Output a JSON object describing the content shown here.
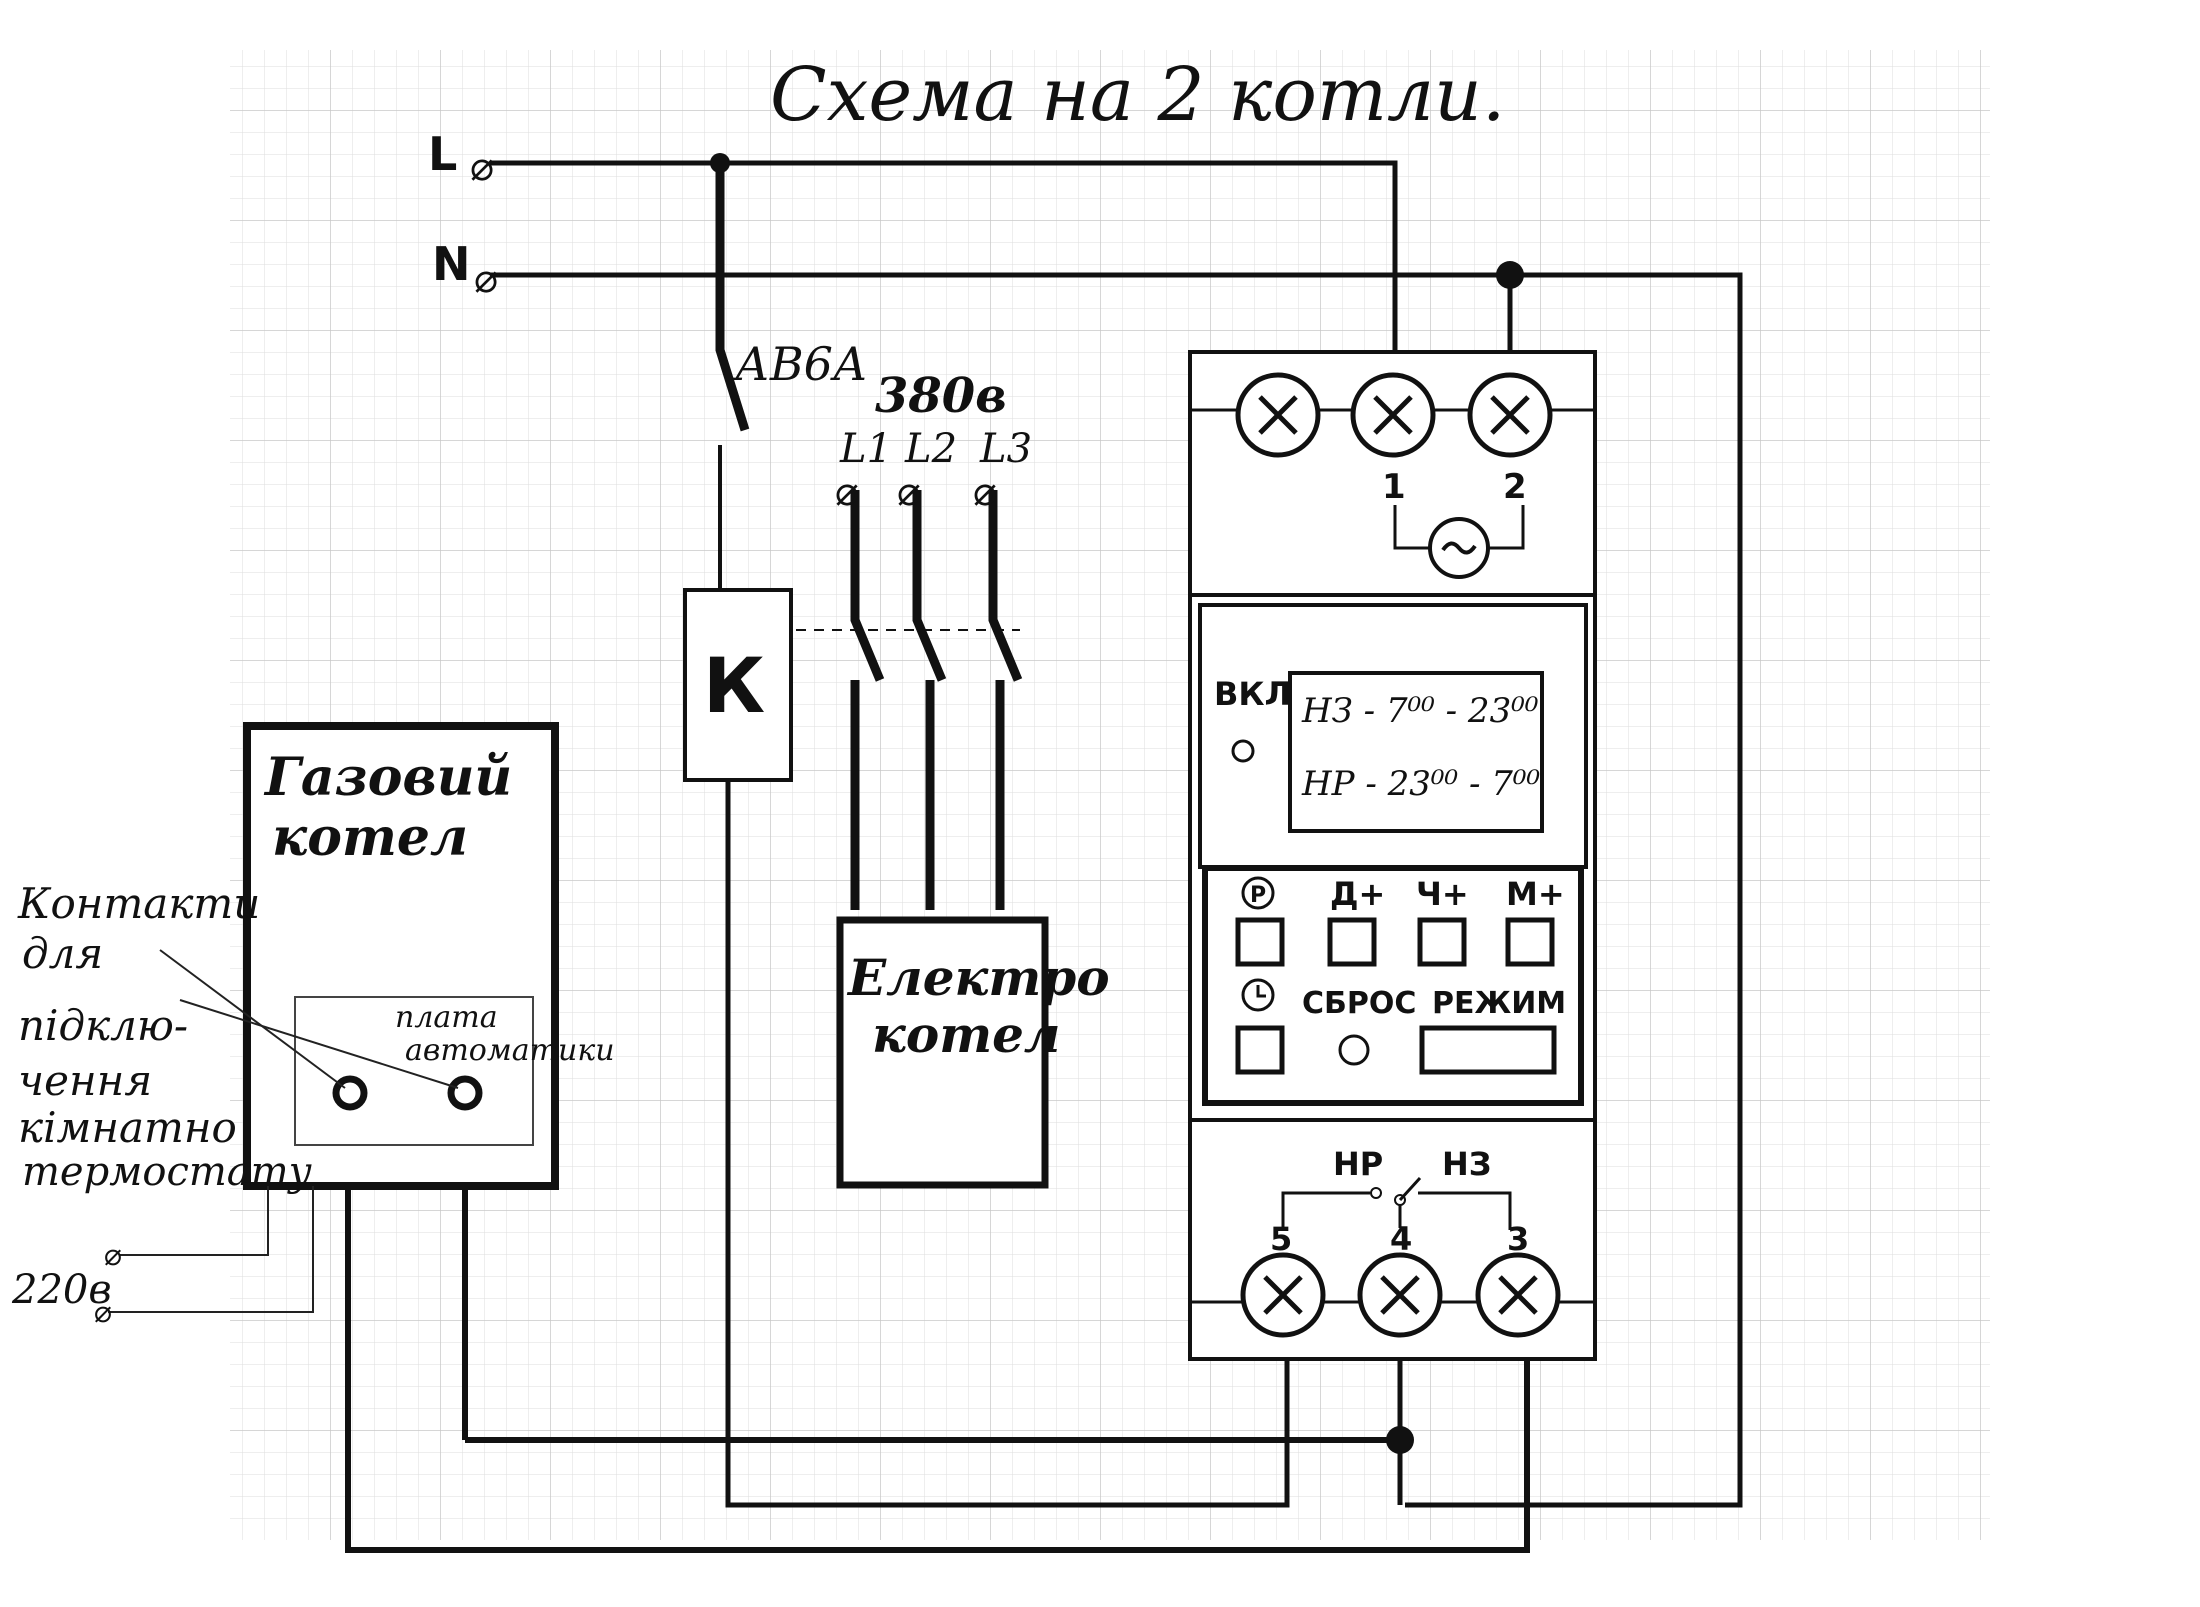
{
  "title": "Схема на 2 котли.",
  "supply": {
    "line_label": "L",
    "neutral_label": "N"
  },
  "breaker_label": "АВ6А",
  "three_phase": {
    "voltage_label": "380в",
    "phases": [
      "L1",
      "L2",
      "L3"
    ]
  },
  "contactor_label": "К",
  "gas_boiler": {
    "title_line1": "Газовий",
    "title_line2": "котел",
    "board_line1": "плата",
    "board_line2": "автоматики"
  },
  "electric_boiler": {
    "title_line1": "Електро",
    "title_line2": "котел"
  },
  "annotation": {
    "lines": [
      "Контакти",
      "для",
      "підклю-",
      "чення",
      "кімнатно",
      "термостату"
    ]
  },
  "mains_220_label": "220в",
  "timer": {
    "top_terminals": [
      "1",
      "2"
    ],
    "on_label": "ВКЛ",
    "display_line1": "НЗ - 7⁰⁰ - 23⁰⁰",
    "display_line2": "НР - 23⁰⁰ - 7⁰⁰",
    "button_labels": [
      "Д+",
      "Ч+",
      "М+"
    ],
    "program_icon": "P",
    "reset_label": "СБРОС",
    "mode_label": "РЕЖИМ",
    "relay_nr_label": "НР",
    "relay_nz_label": "НЗ",
    "bottom_terminals": [
      "5",
      "4",
      "3"
    ]
  },
  "colors": {
    "ink": "#111111",
    "grid": "#d9d9d9",
    "paper": "#ffffff"
  }
}
